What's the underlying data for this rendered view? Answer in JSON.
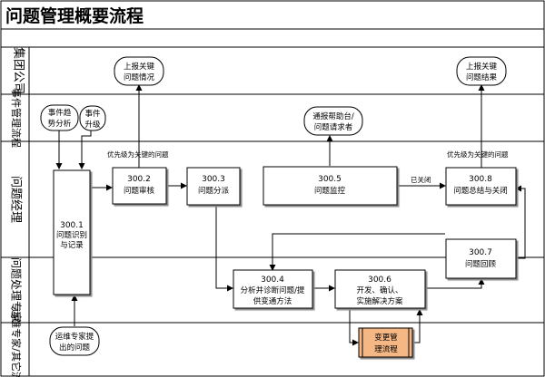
{
  "title": "问题管理概要流程",
  "lanes": {
    "group": "集团公司",
    "event_mgmt": "事件管理流程",
    "problem_mgr": "问题经理",
    "problem_expert": "问题处理专家",
    "ops_expert": "运维专家/其它流程"
  },
  "nodes": {
    "report_key_status": [
      "上报关键",
      "问题情况"
    ],
    "report_key_result": [
      "上报关键",
      "问题结果"
    ],
    "event_trend": [
      "事件趋",
      "势分析"
    ],
    "event_upgrade": [
      "事件",
      "升级"
    ],
    "helpdesk_report": [
      "通报帮助台/",
      "问题请求者"
    ],
    "n3001": {
      "id": "300.1",
      "label": [
        "问题识别",
        "与记录"
      ]
    },
    "n3002": {
      "id": "300.2",
      "label": [
        "问题审核"
      ]
    },
    "n3003": {
      "id": "300.3",
      "label": [
        "问题分派"
      ]
    },
    "n3004": {
      "id": "300.4",
      "label": [
        "分析并诊断问题/提",
        "供变通方法"
      ]
    },
    "n3005": {
      "id": "300.5",
      "label": [
        "问题监控"
      ]
    },
    "n3006": {
      "id": "300.6",
      "label": [
        "开发、确认、",
        "实施解决方案"
      ]
    },
    "n3007": {
      "id": "300.7",
      "label": [
        "问题回顾"
      ]
    },
    "n3008": {
      "id": "300.8",
      "label": [
        "问题总结与关闭"
      ]
    },
    "ops_raised": [
      "运维专家提",
      "出的问题"
    ],
    "change_mgmt": [
      "变更管",
      "理流程"
    ]
  },
  "annotations": {
    "priority_left": "优先级为关键的问题",
    "priority_right": "优先级为关键的问题",
    "closed": "已关闭"
  },
  "colors": {
    "line": "#000000",
    "change_fill": "#f5b784",
    "change_border": "#c0504d",
    "background": "#ffffff"
  }
}
